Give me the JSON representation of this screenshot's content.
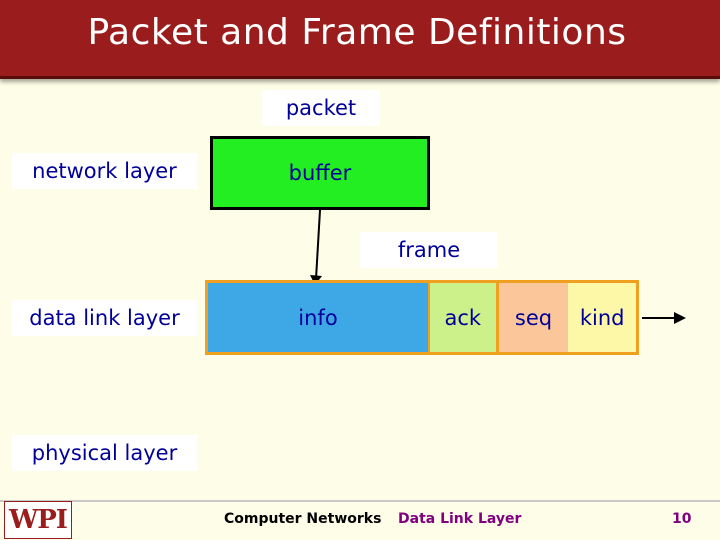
{
  "slide": {
    "title": "Packet and Frame Definitions"
  },
  "diagram": {
    "packet_label": "packet",
    "network_layer_label": "network layer",
    "buffer_label": "buffer",
    "frame_label": "frame",
    "data_link_layer_label": "data link layer",
    "physical_layer_label": "physical layer",
    "frame_fields": [
      {
        "label": "info",
        "color": "#3ea8e6"
      },
      {
        "label": "ack",
        "color": "#ccf08a"
      },
      {
        "label": "seq",
        "color": "#fbc79a"
      },
      {
        "label": "kind",
        "color": "#fdf8a8"
      }
    ]
  },
  "footer": {
    "logo_text": "WPI",
    "course": "Computer Networks",
    "topic": "Data Link Layer",
    "page_number": "10"
  },
  "colors": {
    "title_bar": "#9a1c1c",
    "background": "#fefde7",
    "buffer_fill": "#22ee22",
    "frame_border": "#f0a020",
    "label_text": "#000099"
  }
}
